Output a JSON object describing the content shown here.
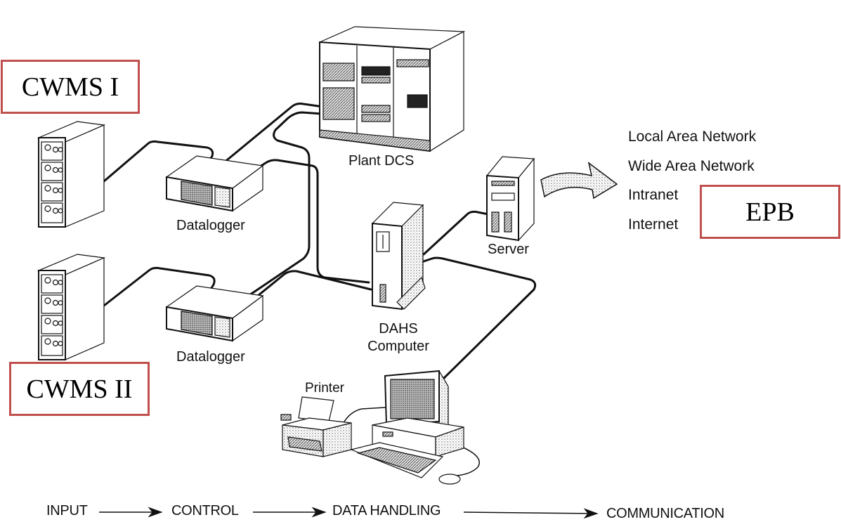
{
  "diagram": {
    "highlight_color": "#c0504d",
    "callouts": {
      "cwms1": "CWMS I",
      "cwms2": "CWMS II",
      "epb": "EPB"
    },
    "devices": {
      "plant_dcs": "Plant DCS",
      "datalogger_top": "Datalogger",
      "datalogger_bottom": "Datalogger",
      "dahs_line1": "DAHS",
      "dahs_line2": "Computer",
      "server": "Server",
      "printer": "Printer"
    },
    "networks": [
      "Local Area Network",
      "Wide Area Network",
      "Intranet",
      "Internet"
    ],
    "flow": [
      "INPUT",
      "CONTROL",
      "DATA HANDLING",
      "COMMUNICATION"
    ]
  }
}
